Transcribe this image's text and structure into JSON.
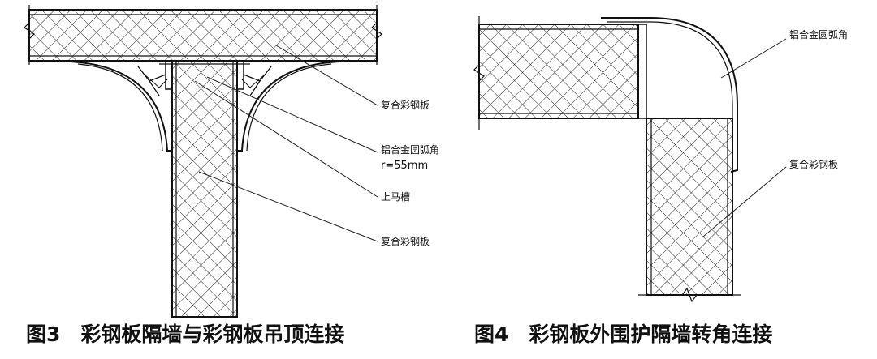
{
  "figure3": {
    "caption": "图3　彩钢板隔墙与彩钢板吊顶连接",
    "labels": {
      "ceiling_panel": "复合彩钢板",
      "arc_corner": "铝合金圆弧角",
      "radius": "r=55mm",
      "channel": "上马槽",
      "wall_panel": "复合彩钢板"
    }
  },
  "figure4": {
    "caption": "图4　彩钢板外围护隔墙转角连接",
    "labels": {
      "arc_corner": "铝合金圆弧角",
      "wall_panel": "复合彩钢板"
    }
  }
}
